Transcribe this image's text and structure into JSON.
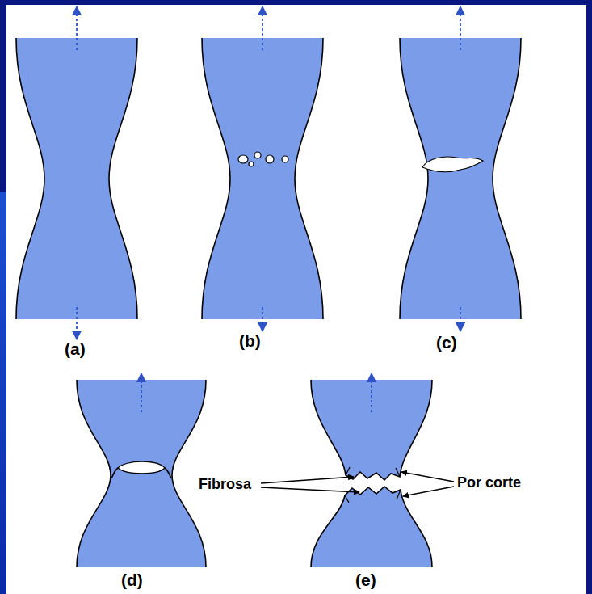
{
  "diagram": {
    "labels": [
      "(a)",
      "(b)",
      "(c)",
      "(d)",
      "(e)",
      "Fibrosa",
      "Por corte"
    ]
  }
}
